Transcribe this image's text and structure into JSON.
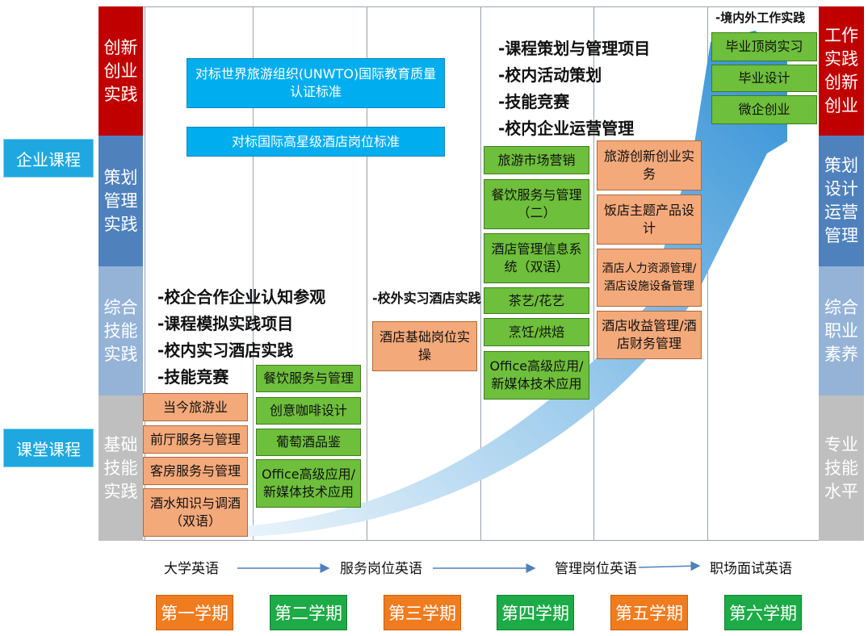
{
  "left_tags": {
    "enterprise": "企业课程",
    "classroom": "课堂课程"
  },
  "left_bands": [
    {
      "text": "创新创业实践",
      "color": "#c00000"
    },
    {
      "text": "策划管理实践",
      "color": "#4f81bd"
    },
    {
      "text": "综合技能实践",
      "color": "#95b3d7"
    },
    {
      "text": "基础技能实践",
      "color": "#bfbfbf"
    }
  ],
  "right_bands": [
    {
      "text": "工作实践创新创业",
      "color": "#c00000"
    },
    {
      "text": "策划设计运营管理",
      "color": "#4f81bd"
    },
    {
      "text": "综合职业素养",
      "color": "#95b3d7"
    },
    {
      "text": "专业技能水平",
      "color": "#bfbfbf"
    }
  ],
  "standards": [
    "对标世界旅游组织(UNWTO)国际教育质量认证标准",
    "对标国际高星级酒店岗位标准"
  ],
  "bullets_practice": [
    "-校企合作企业认知参观",
    "-课程模拟实践项目",
    "-校内实习酒店实践",
    "-技能竞赛"
  ],
  "bullets_management": [
    "-课程策划与管理项目",
    "-校内活动策划",
    "-技能竞赛",
    "-校内企业运营管理"
  ],
  "offcampus_label": "-校外实习酒店实践",
  "overseas_label": "-境内外工作实践",
  "sem1_courses": [
    "当今旅游业",
    "前厅服务与管理",
    "客房服务与管理",
    "酒水知识与调酒（双语）"
  ],
  "sem2_courses": [
    "餐饮服务与管理",
    "创意咖啡设计",
    "葡萄酒品鉴",
    "Office高级应用/新媒体技术应用"
  ],
  "sem3_courses": [
    "酒店基础岗位实操"
  ],
  "sem4_courses": [
    "旅游市场营销",
    "餐饮服务与管理（二）",
    "酒店管理信息系统（双语）",
    "茶艺/花艺",
    "烹饪/烘焙",
    "Office高级应用/新媒体技术应用"
  ],
  "sem5_courses": [
    "旅游创新创业实务",
    "饭店主题产品设计",
    "酒店人力资源管理/酒店设施设备管理",
    "酒店收益管理/酒店财务管理"
  ],
  "sem6_courses": [
    "毕业顶岗实习",
    "毕业设计",
    "微企创业"
  ],
  "english_track": [
    "大学英语",
    "服务岗位英语",
    "管理岗位英语",
    "职场面试英语"
  ],
  "semesters": [
    {
      "label": "第一学期",
      "color": "#f07c20"
    },
    {
      "label": "第二学期",
      "color": "#1cab47"
    },
    {
      "label": "第三学期",
      "color": "#f07c20"
    },
    {
      "label": "第四学期",
      "color": "#1cab47"
    },
    {
      "label": "第五学期",
      "color": "#f07c20"
    },
    {
      "label": "第六学期",
      "color": "#1cab47"
    }
  ],
  "colors": {
    "green_box": "#6ebf3b",
    "orange_box": "#f4a97a",
    "standard_box": "#00aeef",
    "arrow": "#4aa3e0"
  }
}
